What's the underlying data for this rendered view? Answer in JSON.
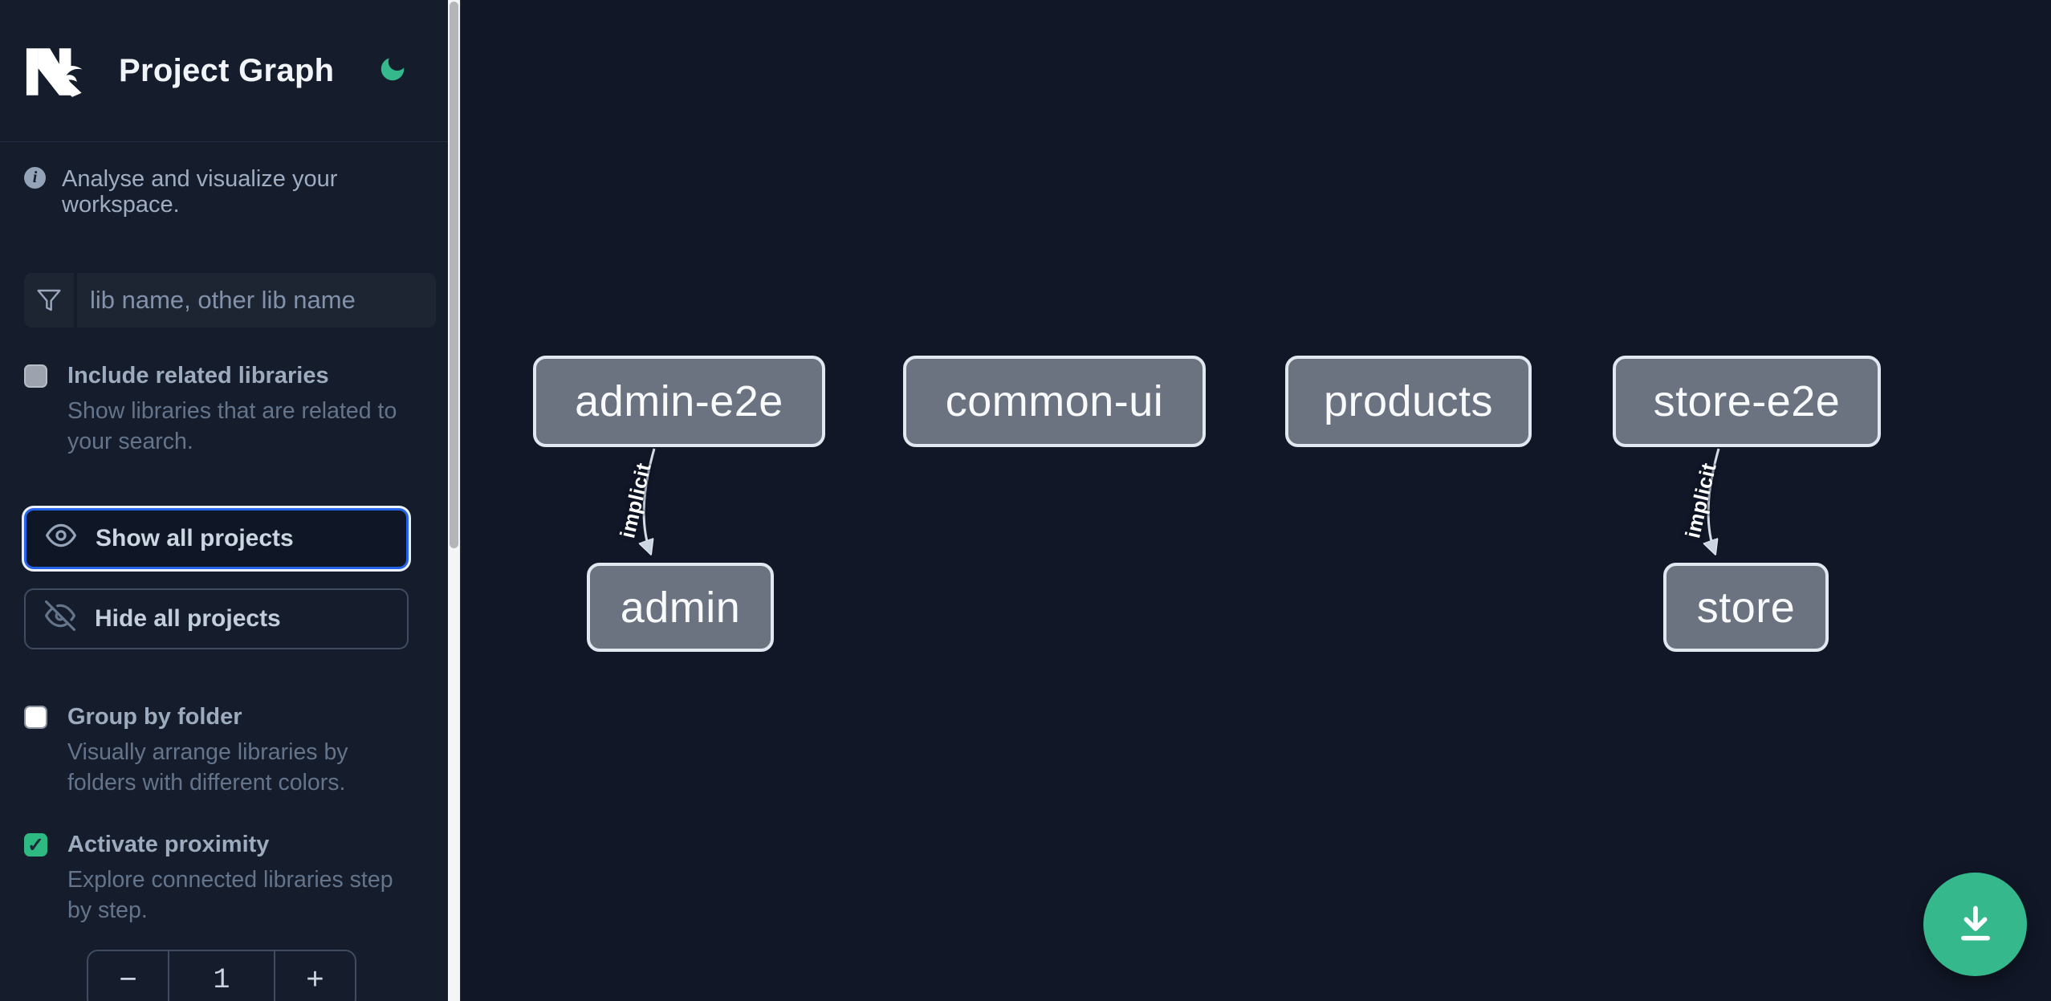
{
  "header": {
    "app_name": "Nx",
    "title": "Project Graph"
  },
  "sidebar": {
    "tagline": "Analyse and visualize your workspace.",
    "search_placeholder": "lib name, other lib name",
    "include_related": {
      "label": "Include related libraries",
      "description": "Show libraries that are related to your search.",
      "checked": false
    },
    "show_all_label": "Show all projects",
    "hide_all_label": "Hide all projects",
    "group_by_folder": {
      "label": "Group by folder",
      "description": "Visually arrange libraries by folders with different colors.",
      "checked": false
    },
    "proximity": {
      "label": "Activate proximity",
      "description": "Explore connected libraries step by step.",
      "checked": true,
      "value": "1",
      "decrement": "−",
      "increment": "+"
    }
  },
  "graph": {
    "nodes": [
      {
        "label": "admin-e2e"
      },
      {
        "label": "common-ui"
      },
      {
        "label": "products"
      },
      {
        "label": "store-e2e"
      },
      {
        "label": "admin"
      },
      {
        "label": "store"
      }
    ],
    "edges": [
      {
        "label": "implicit",
        "from": "admin-e2e",
        "to": "admin"
      },
      {
        "label": "implicit",
        "from": "store-e2e",
        "to": "store"
      }
    ]
  },
  "icons": {
    "check": "✓",
    "info": "i"
  },
  "colors": {
    "focus_accent": "#2563eb",
    "brand_green": "#34b88c",
    "checkbox_green": "#2db981",
    "node_fill": "#6b7280",
    "node_border": "#e2e8f0",
    "sidebar_bg": "#151c2b",
    "canvas_bg": "#111727"
  }
}
